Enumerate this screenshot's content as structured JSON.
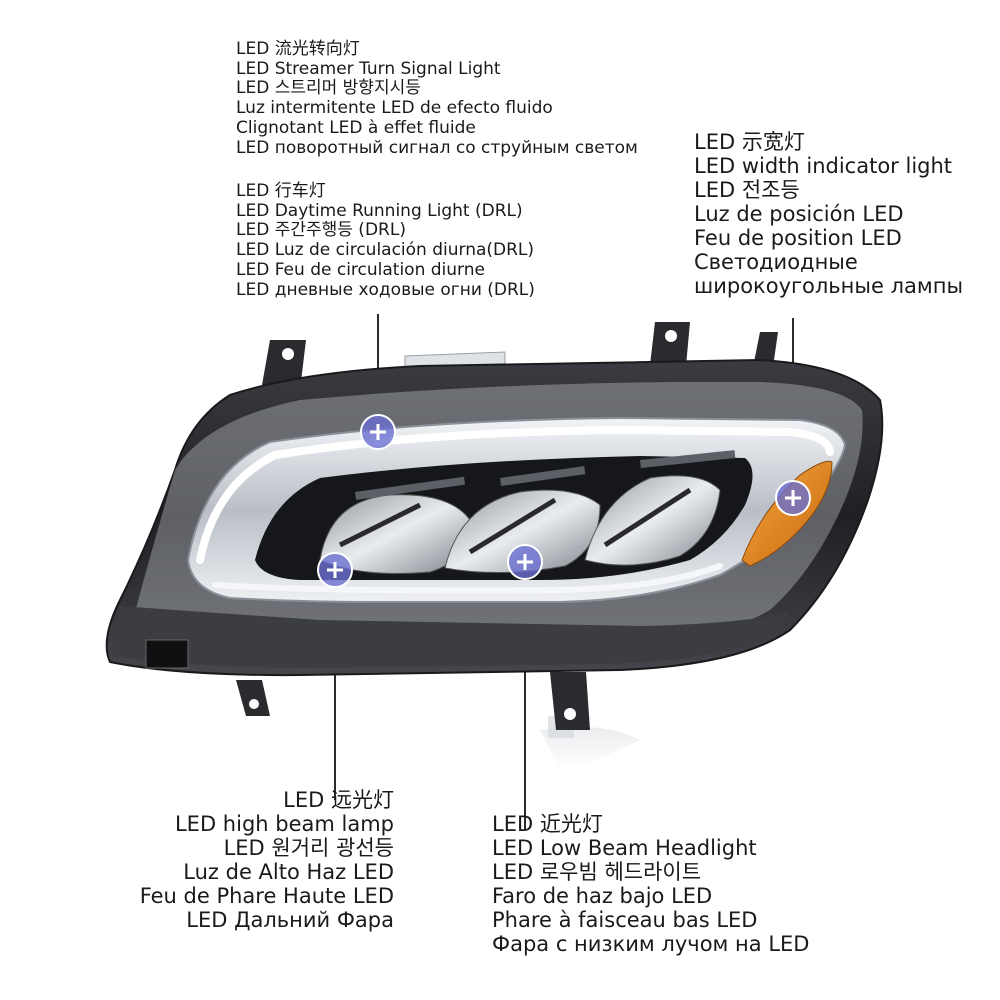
{
  "callouts": {
    "streamer_turn_signal": {
      "lines": [
        "LED 流光转向灯",
        "LED Streamer Turn Signal Light",
        "LED 스트리머 방향지시등",
        "Luz intermitente LED de efecto fluido",
        "Clignotant LED à effet fluide",
        "LED поворотный сигнал со струйным светом"
      ]
    },
    "drl": {
      "lines": [
        "LED 行车灯",
        "LED Daytime Running Light (DRL)",
        "LED 주간주행등 (DRL)",
        "LED Luz de circulación diurna(DRL)",
        "LED Feu de circulation diurne",
        "LED дневные ходовые огни (DRL)"
      ]
    },
    "width_indicator": {
      "lines": [
        "LED 示宽灯",
        "LED width indicator light",
        "LED 전조등",
        "Luz de posición LED",
        "Feu de position LED",
        "Светодиодные",
        "широкоугольные лампы"
      ]
    },
    "high_beam": {
      "lines": [
        "LED 远光灯",
        "LED high beam lamp",
        "LED 원거리 광선등",
        "Luz de Alto Haz LED",
        "Feu de Phare Haute LED",
        "LED Дальний Фара"
      ]
    },
    "low_beam": {
      "lines": [
        "LED 近光灯",
        "LED Low Beam Headlight",
        "LED 로우빔 헤드라이트",
        "Faro de haz bajo LED",
        "Phare à faisceau bas LED",
        "Фара с низким лучом на LED"
      ]
    }
  },
  "colors": {
    "marker": "#6a6fd0",
    "amber": "#e8891a",
    "chrome": "#d8dde3",
    "housing": "#2b2d31"
  },
  "icons": {
    "marker": "plus-circle-icon"
  }
}
